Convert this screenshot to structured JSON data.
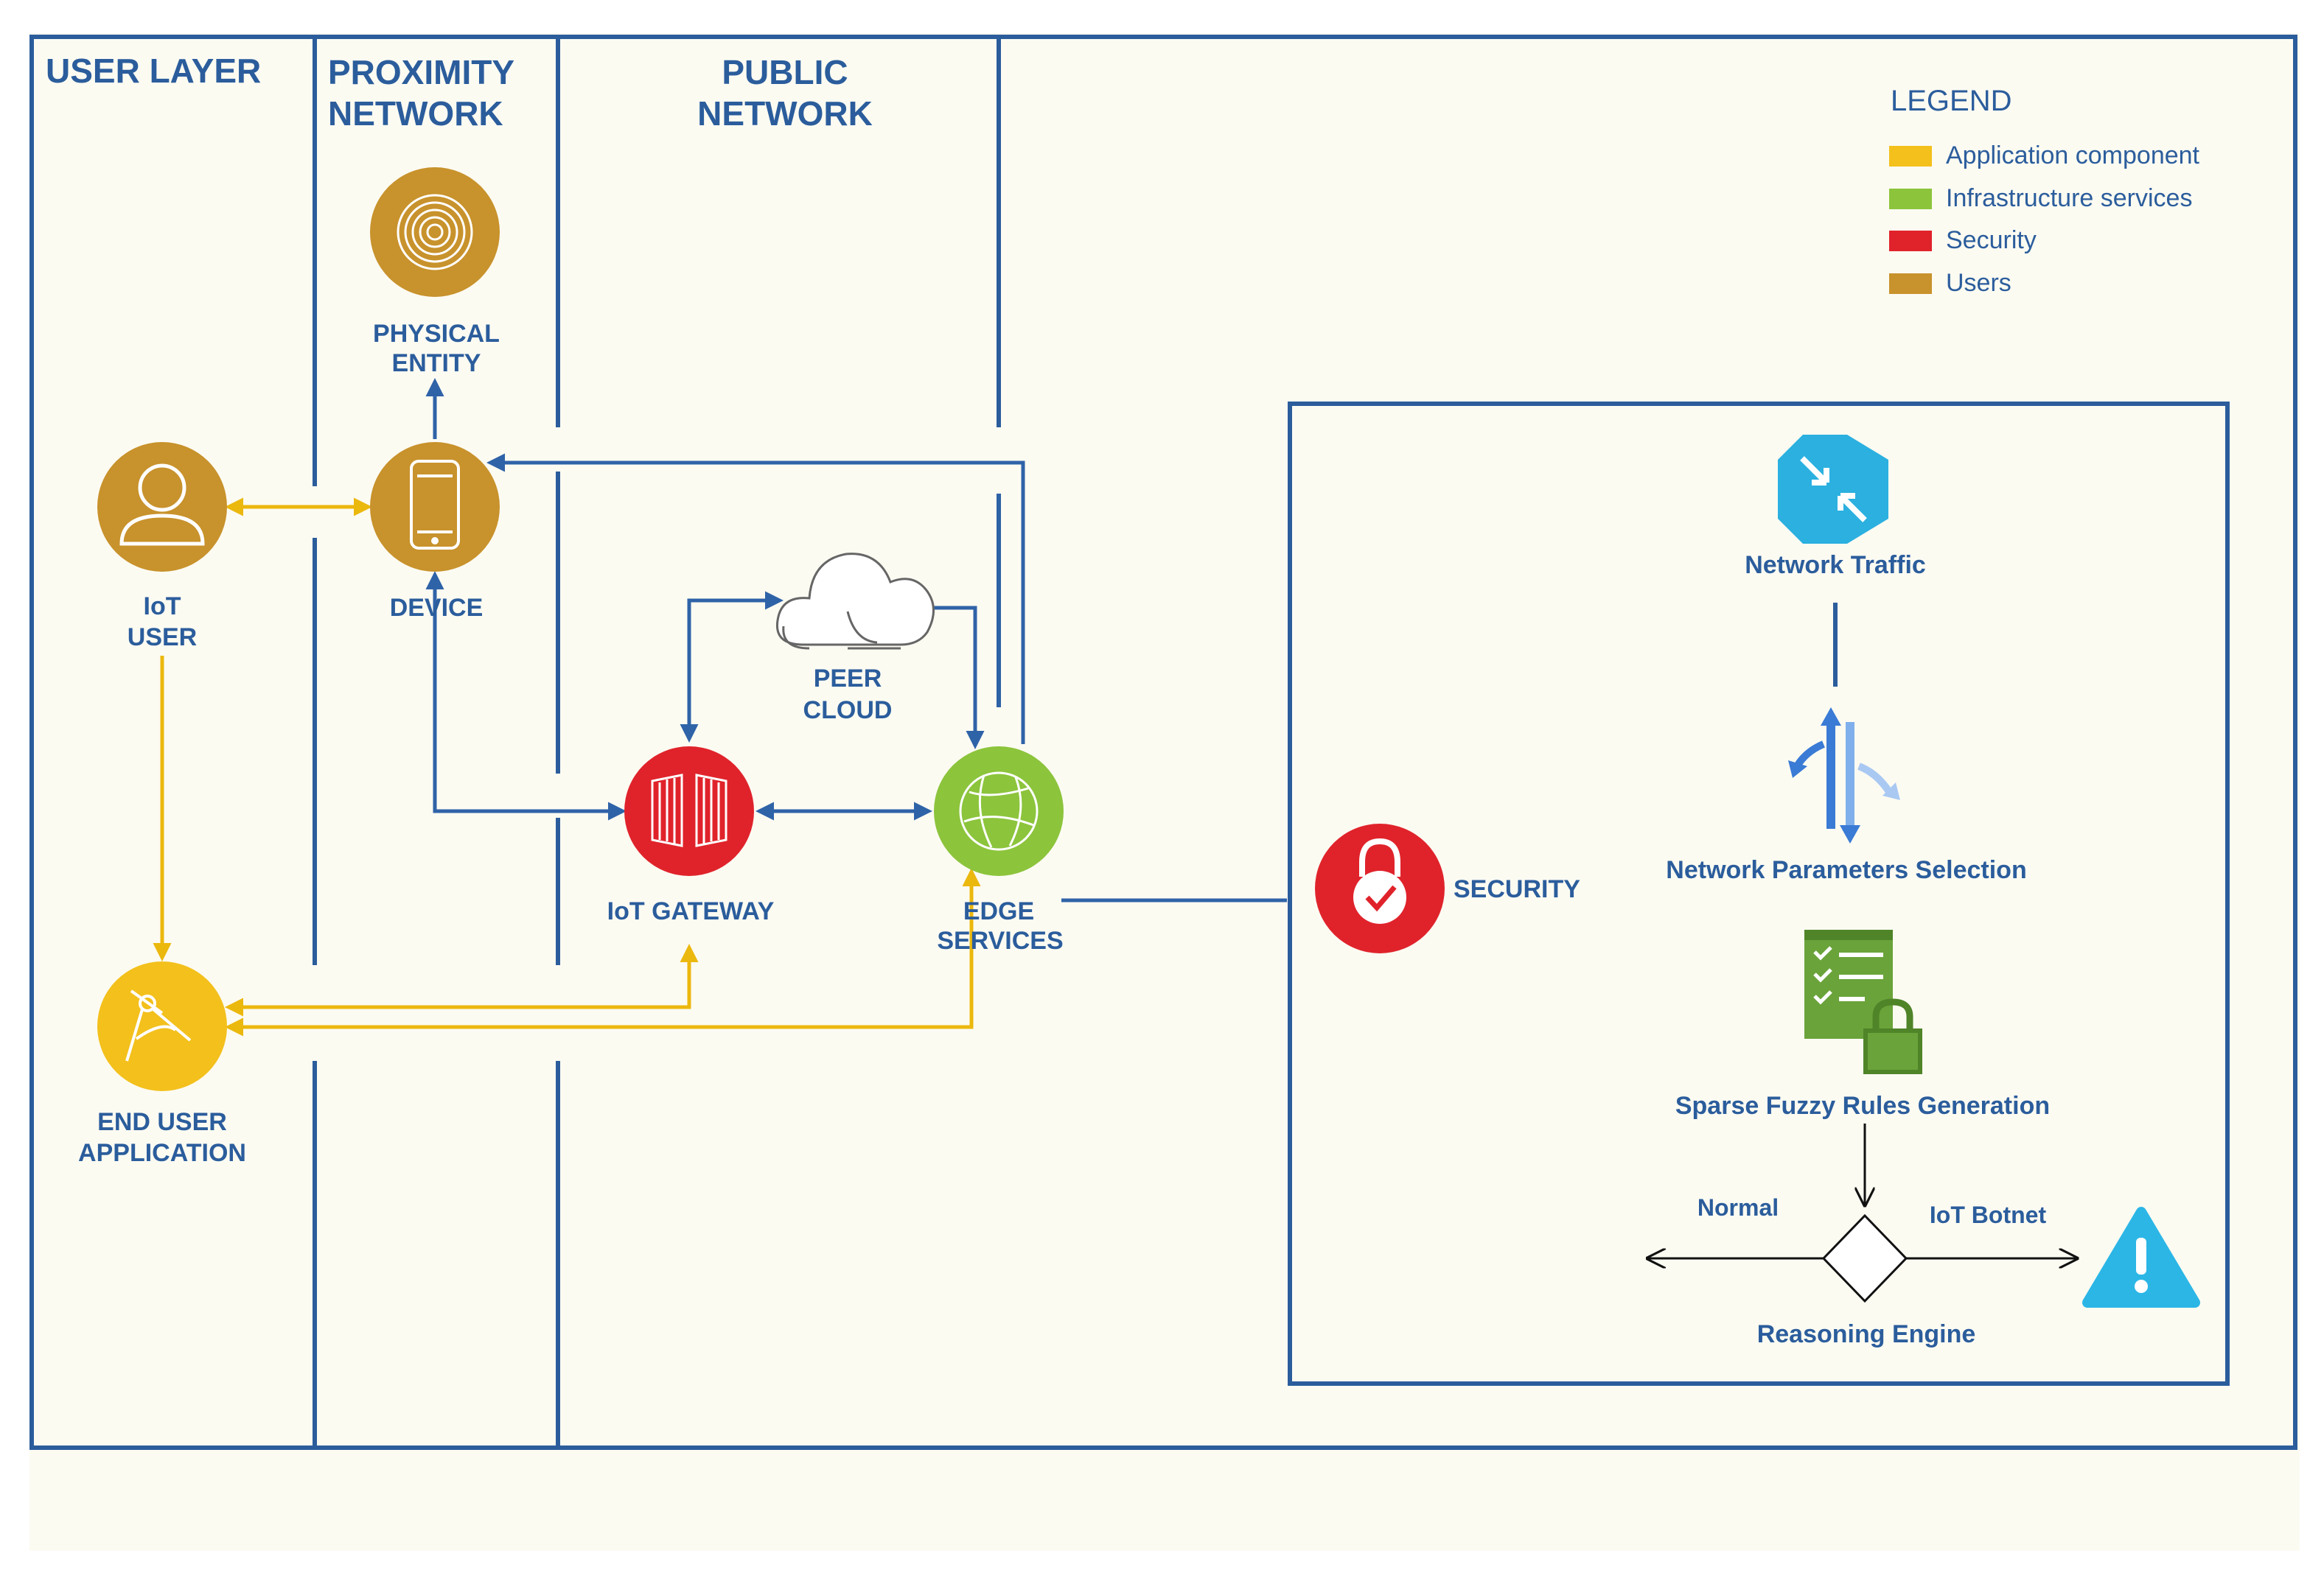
{
  "columns": {
    "user_layer": "USER LAYER",
    "proximity_line1": "PROXIMITY",
    "proximity_line2": "NETWORK",
    "public_line1": "PUBLIC",
    "public_line2": "NETWORK"
  },
  "legend": {
    "title": "LEGEND",
    "items": [
      {
        "label": "Application component",
        "color": "#f3c01c"
      },
      {
        "label": "Infrastructure services",
        "color": "#8cc43c"
      },
      {
        "label": "Security",
        "color": "#e0232b"
      },
      {
        "label": "Users",
        "color": "#c8922c"
      }
    ]
  },
  "nodes": {
    "physical_entity": {
      "line1": "PHYSICAL",
      "line2": "ENTITY",
      "color": "#c8922c",
      "icon": "fingerprint-icon"
    },
    "device": {
      "label": "DEVICE",
      "color": "#c8922c",
      "icon": "smartphone-icon"
    },
    "iot_user": {
      "line1": "IoT",
      "line2": "USER",
      "color": "#c8922c",
      "icon": "user-icon"
    },
    "peer_cloud": {
      "line1": "PEER",
      "line2": "CLOUD",
      "icon": "cloud-icon"
    },
    "iot_gateway": {
      "label": "IoT GATEWAY",
      "color": "#e0232b",
      "icon": "gate-icon"
    },
    "edge_services": {
      "line1": "EDGE",
      "line2": "SERVICES",
      "color": "#8cc43c",
      "icon": "globe-icon"
    },
    "end_user_app": {
      "line1": "END USER",
      "line2": "APPLICATION",
      "color": "#f3c01c",
      "icon": "compass-icon"
    }
  },
  "security_panel": {
    "security_label": "SECURITY",
    "network_traffic": "Network Traffic",
    "param_selection": "Network Parameters Selection",
    "fuzzy_rules": "Sparse Fuzzy Rules Generation",
    "normal": "Normal",
    "botnet": "IoT Botnet",
    "reasoning": "Reasoning Engine"
  }
}
